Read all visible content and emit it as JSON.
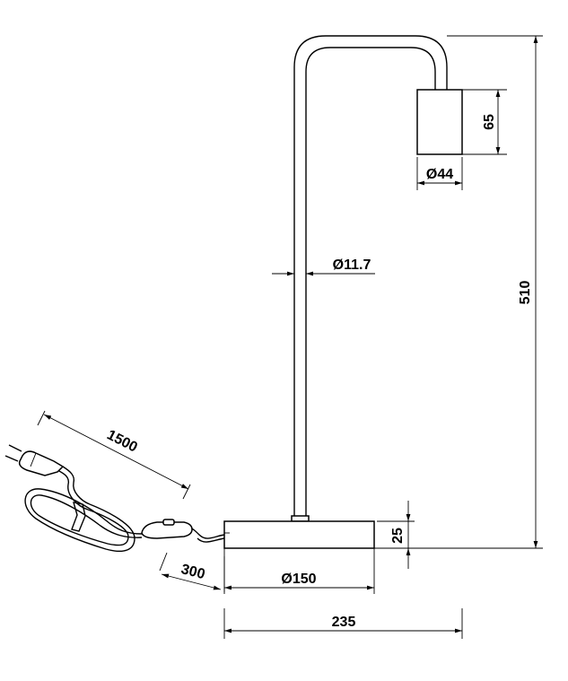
{
  "dimensions": {
    "total_height": "510",
    "shade_height": "65",
    "shade_diameter": "Ø44",
    "tube_diameter": "Ø11.7",
    "cord_length": "1500",
    "switch_distance": "300",
    "base_diameter": "Ø150",
    "base_height": "25",
    "total_width": "235"
  },
  "colors": {
    "line": "#000000",
    "background": "#ffffff"
  }
}
